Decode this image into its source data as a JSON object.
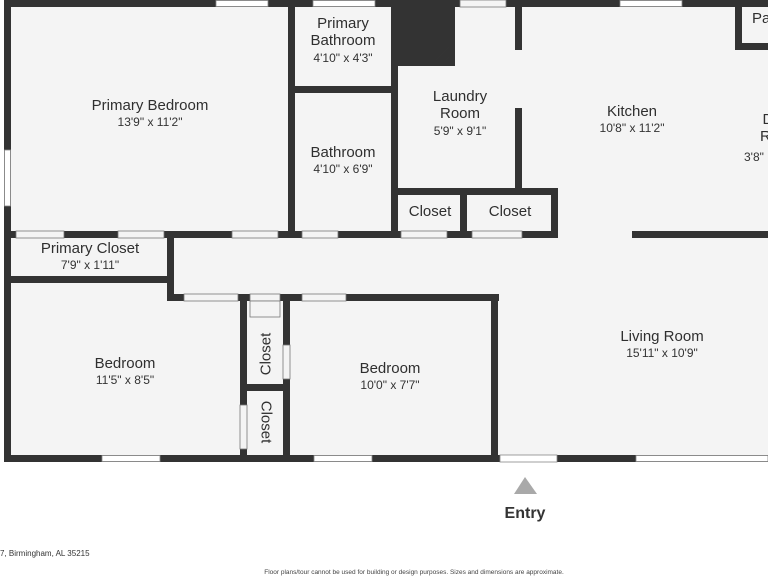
{
  "rooms": {
    "primary_bedroom": {
      "name": "Primary Bedroom",
      "dims": "13'9\" x 11'2\""
    },
    "primary_bathroom": {
      "name_line1": "Primary",
      "name_line2": "Bathroom",
      "dims": "4'10\" x 4'3\""
    },
    "laundry": {
      "name_line1": "Laundry",
      "name_line2": "Room",
      "dims": "5'9\" x 9'1\""
    },
    "kitchen": {
      "name": "Kitchen",
      "dims": "10'8\" x 11'2\""
    },
    "dining": {
      "name_line1": "Di",
      "name_line2": "Ro",
      "dims": "3'8\""
    },
    "bathroom": {
      "name": "Bathroom",
      "dims": "4'10\" x 6'9\""
    },
    "closet_a": {
      "name": "Closet"
    },
    "closet_b": {
      "name": "Closet"
    },
    "closet_c": {
      "name": "Closet"
    },
    "closet_d": {
      "name": "Closet"
    },
    "pantry": {
      "name": "Pa"
    },
    "primary_closet": {
      "name": "Primary Closet",
      "dims": "7'9\" x 1'11\""
    },
    "bedroom_1": {
      "name": "Bedroom",
      "dims": "11'5\" x 8'5\""
    },
    "bedroom_2": {
      "name": "Bedroom",
      "dims": "10'0\" x 7'7\""
    },
    "living_room": {
      "name": "Living Room",
      "dims": "15'11\" x 10'9\""
    }
  },
  "entry_label": "Entry",
  "address": "7, Birmingham, AL 35215",
  "disclaimer": "Floor plans/tour cannot be used for building or design purposes. Sizes and dimensions are approximate.",
  "colors": {
    "wall": "#333333",
    "floor": "#f4f4f4",
    "window": "#ffffff",
    "hatch": "#333333",
    "entry_arrow": "#a9a9a9"
  }
}
